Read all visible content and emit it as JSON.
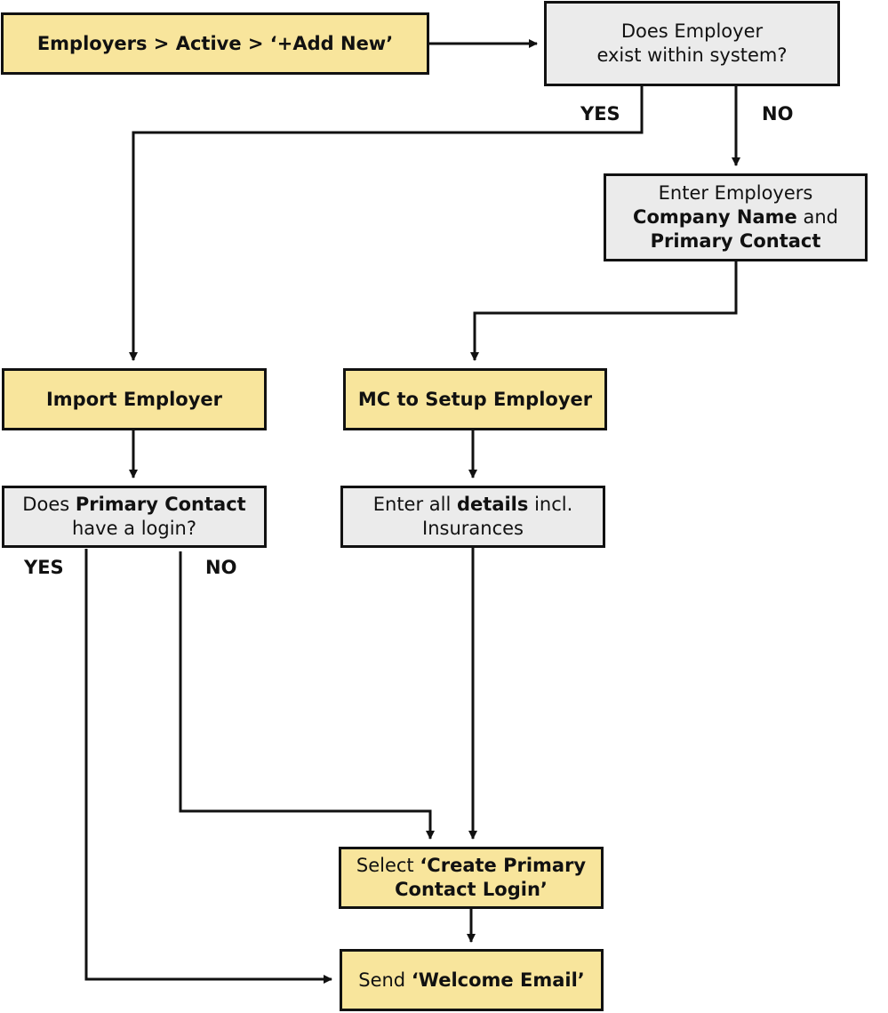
{
  "colors": {
    "start_fill": "#f8e59c",
    "step_fill": "#ebebeb",
    "line": "#111111"
  },
  "nodes": {
    "start": {
      "text": "Employers > Active > ‘+Add New’"
    },
    "q_exists": {
      "line1": "Does Employer",
      "line2": "exist within system?"
    },
    "enter_details": {
      "line1": "Enter Employers",
      "bold1": "Company Name",
      "and": " and",
      "bold2": "Primary Contact"
    },
    "import": {
      "text": "Import Employer"
    },
    "mc_setup": {
      "text": "MC to Setup Employer"
    },
    "q_login": {
      "pre": "Does ",
      "bold": "Primary Contact",
      "line2": "have a login?"
    },
    "enter_all": {
      "pre": "Enter all ",
      "bold": "details",
      "post": " incl.",
      "line2": "Insurances"
    },
    "select_login": {
      "pre": "Select ",
      "bold1": "‘Create Primary",
      "bold2": "Contact Login’"
    },
    "send_email": {
      "pre": "Send ",
      "bold": "‘Welcome Email’"
    }
  },
  "edge_labels": {
    "exists_yes": "YES",
    "exists_no": "NO",
    "login_yes": "YES",
    "login_no": "NO"
  }
}
